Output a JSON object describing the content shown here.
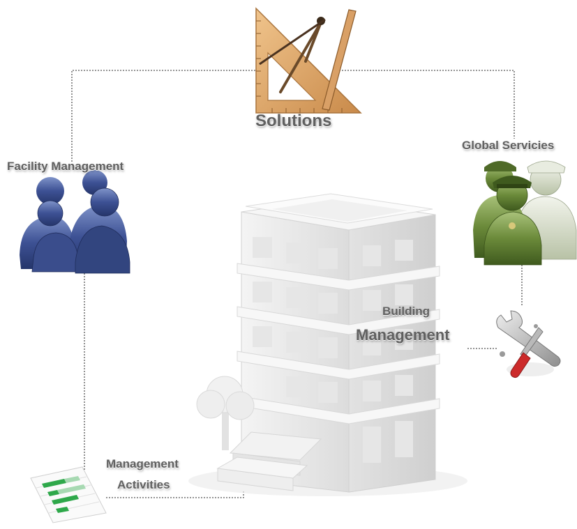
{
  "nodes": {
    "solutions": {
      "label": "Solutions",
      "icon": "drafting-tools-icon"
    },
    "facility": {
      "label": "Facility Management",
      "icon": "people-group-icon"
    },
    "global": {
      "label": "Global Servicies",
      "icon": "service-workers-icon"
    },
    "building": {
      "label_line1": "Building",
      "label_line2": "Management",
      "icon": "office-building-icon"
    },
    "tools": {
      "icon": "wrench-screwdriver-icon"
    },
    "activities": {
      "label_line1": "Management",
      "label_line2": "Activities",
      "icon": "gantt-chart-icon"
    }
  },
  "colors": {
    "label_text": "#606060",
    "connector": "#555555",
    "facility_blue": "#3b4f8e",
    "global_green": "#6b8a3a",
    "ruler_orange": "#d9a066",
    "tool_red": "#cc2a2a",
    "gantt_green": "#2ea84a",
    "building_gray": "#e8e8e8"
  }
}
